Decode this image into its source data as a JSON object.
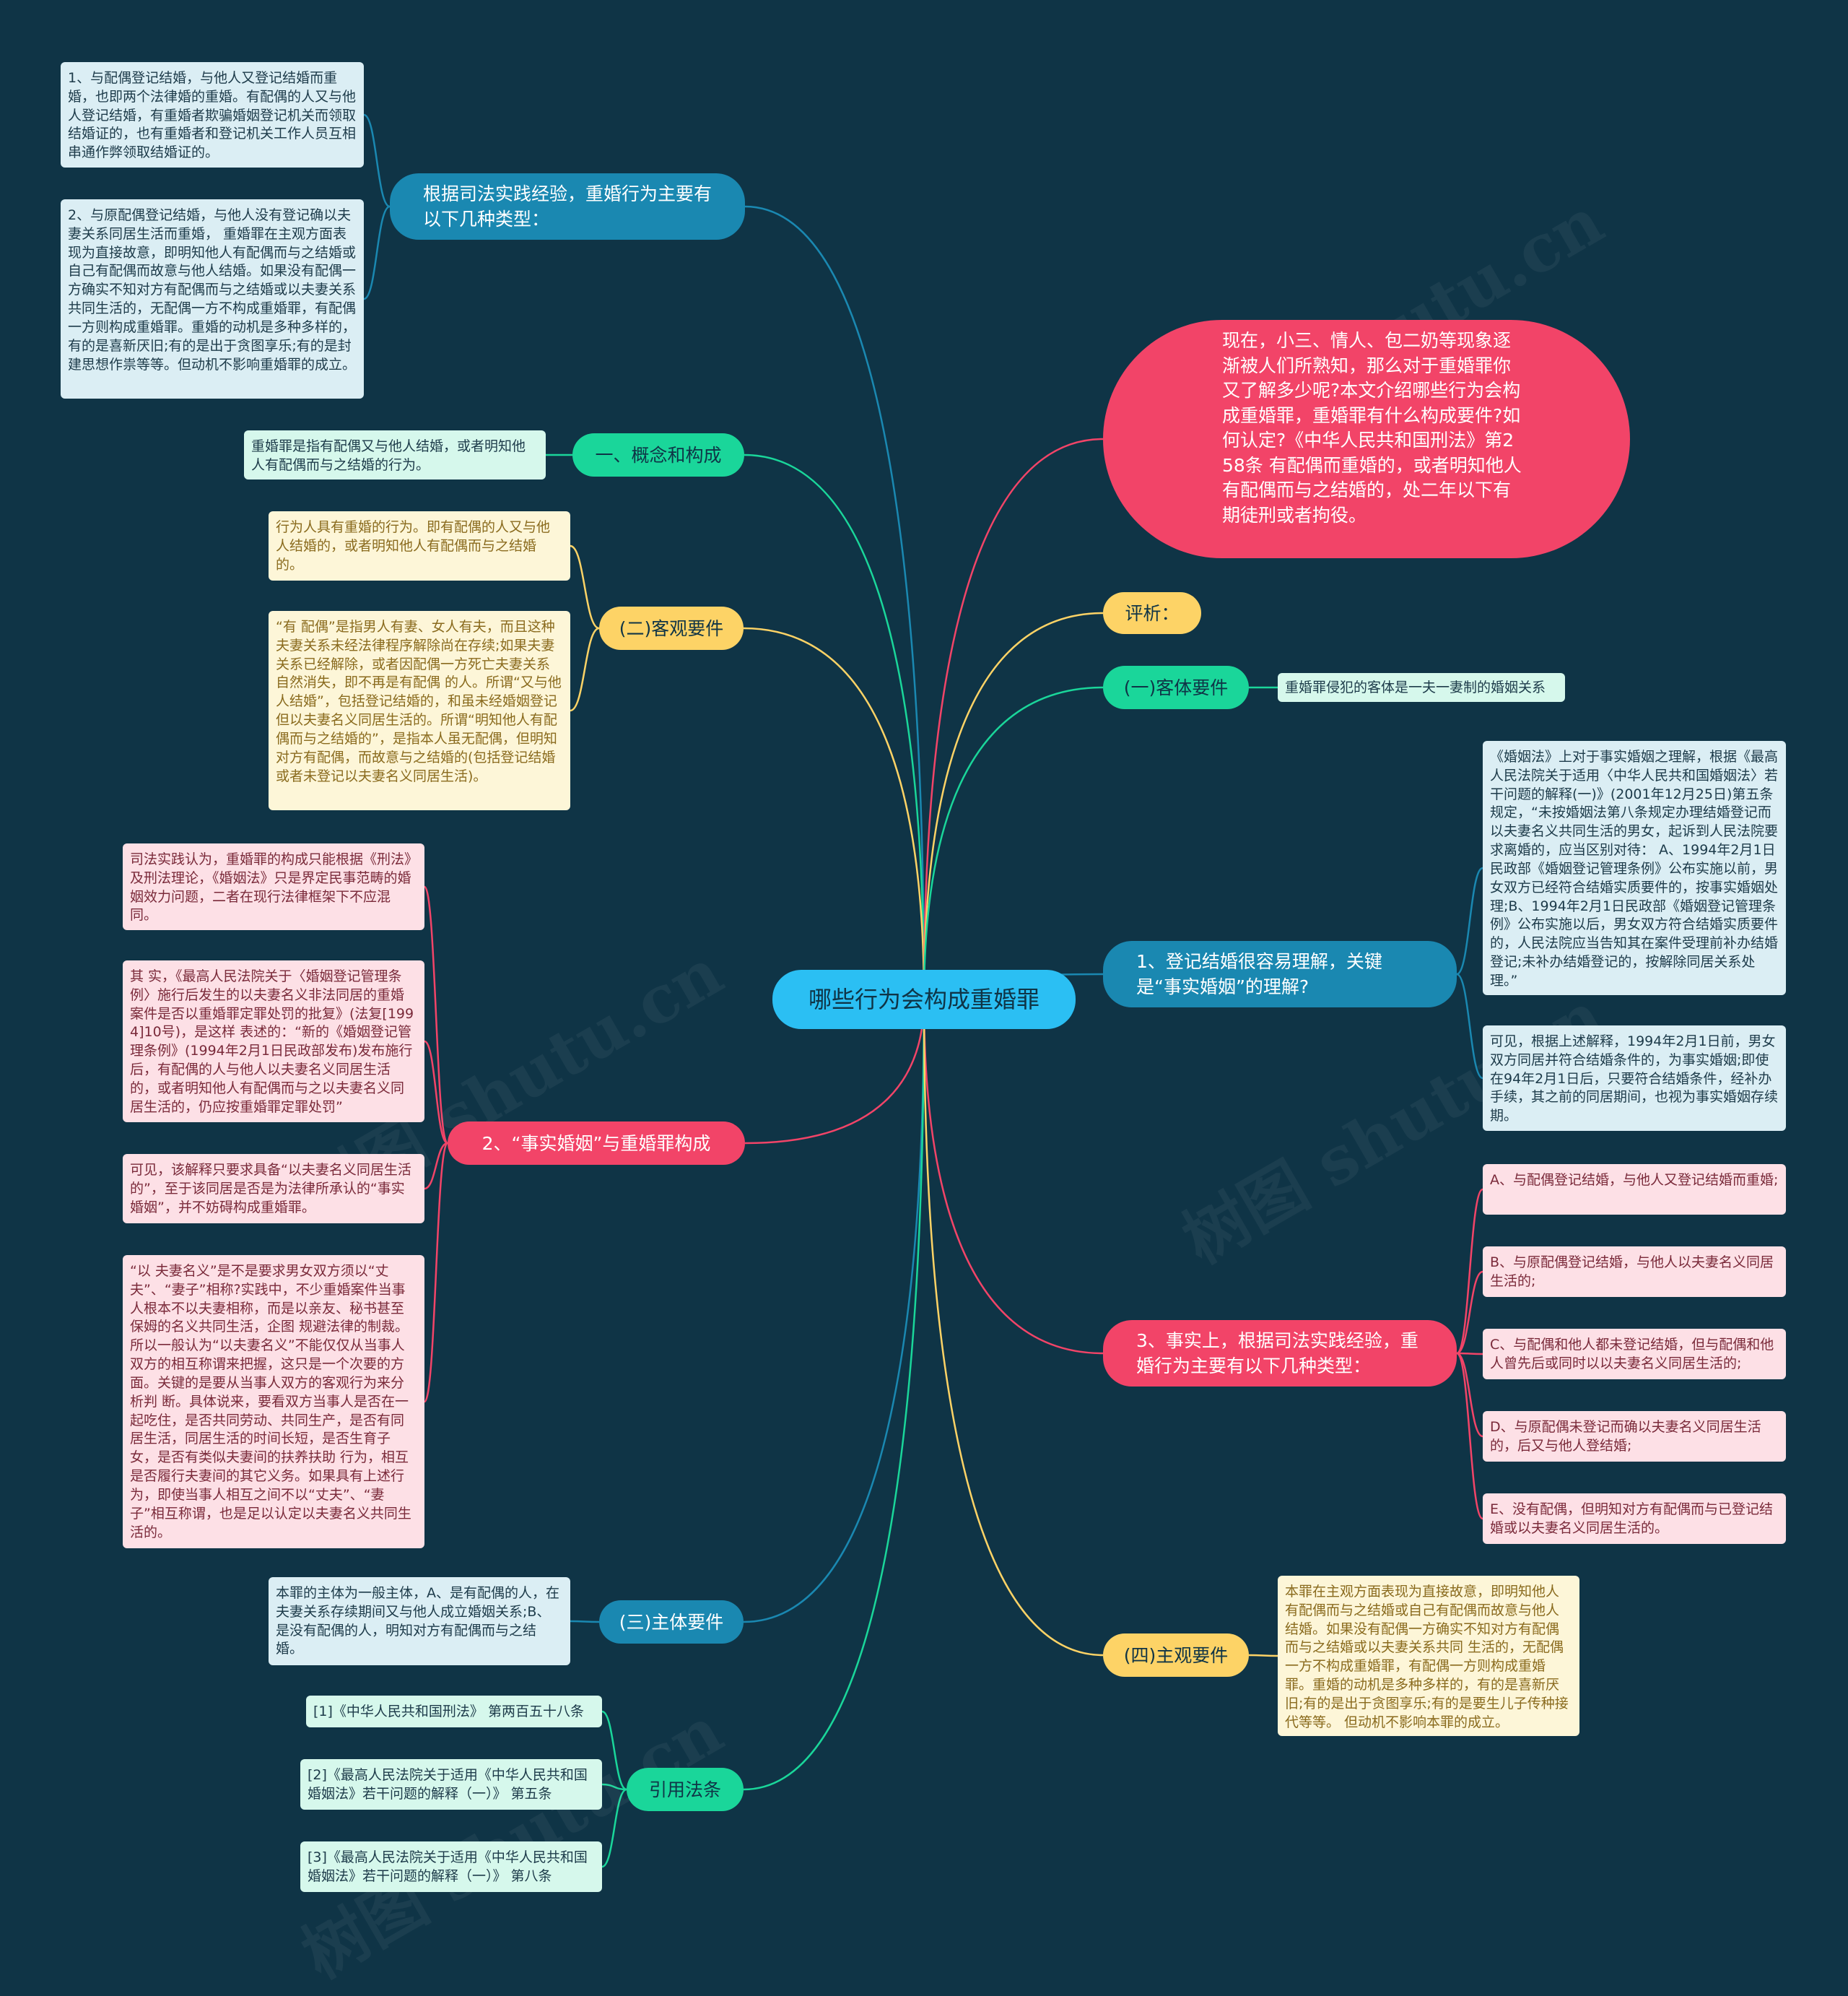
{
  "colors": {
    "background": "#0f3446",
    "central": "#2bbff3",
    "blue_branch": "#1a88b1",
    "green_branch": "#1ad69a",
    "yellow_branch": "#fdd366",
    "pink_branch": "#f24468",
    "card_blue": "#dbeef4",
    "card_green": "#d6f8ec",
    "card_yellow": "#fdf6d8",
    "card_pink": "#fde0e6"
  },
  "central": "哪些行为会构成重婚罪",
  "intro": "现在，小三、情人、包二奶等现象逐渐被人们所熟知，那么对于重婚罪你又了解多少呢?本文介绍哪些行为会构成重婚罪，重婚罪有什么构成要件?如何认定?《中华人民共和国刑法》第258条 有配偶而重婚的，或者明知他人有配偶而与之结婚的，处二年以下有期徒刑或者拘役。",
  "left_branches": {
    "types": {
      "label": "根据司法实践经验，重婚行为主要有以下几种类型：",
      "items": [
        "1、与配偶登记结婚，与他人又登记结婚而重婚，也即两个法律婚的重婚。有配偶的人又与他人登记结婚，有重婚者欺骗婚姻登记机关而领取结婚证的，也有重婚者和登记机关工作人员互相串通作弊领取结婚证的。",
        "2、与原配偶登记结婚，与他人没有登记确以夫妻关系同居生活而重婚， 重婚罪在主观方面表现为直接故意，即明知他人有配偶而与之结婚或自己有配偶而故意与他人结婚。如果没有配偶一方确实不知对方有配偶而与之结婚或以夫妻关系共同生活的，无配偶一方不构成重婚罪，有配偶一方则构成重婚罪。重婚的动机是多种多样的，有的是喜新厌旧;有的是出于贪图享乐;有的是封建思想作祟等等。但动机不影响重婚罪的成立。"
      ]
    },
    "concept": {
      "label": "一、概念和构成",
      "items": [
        "重婚罪是指有配偶又与他人结婚，或者明知他人有配偶而与之结婚的行为。"
      ]
    },
    "objective": {
      "label": "(二)客观要件",
      "items": [
        "行为人具有重婚的行为。即有配偶的人又与他人结婚的，或者明知他人有配偶而与之结婚的。",
        "“有 配偶”是指男人有妻、女人有夫，而且这种夫妻关系未经法律程序解除尚在存续;如果夫妻关系已经解除，或者因配偶一方死亡夫妻关系自然消失，即不再是有配偶 的人。所谓“又与他人结婚”，包括登记结婚的，和虽未经婚姻登记但以夫妻名义同居生活的。所谓“明知他人有配偶而与之结婚的”，是指本人虽无配偶，但明知 对方有配偶，而故意与之结婚的(包括登记结婚或者未登记以夫妻名义同居生活)。"
      ]
    },
    "de_facto": {
      "label": "2、“事实婚姻”与重婚罪构成",
      "items": [
        "司法实践认为，重婚罪的构成只能根据《刑法》及刑法理论，《婚姻法》只是界定民事范畴的婚姻效力问题，二者在现行法律框架下不应混同。",
        "其 实，《最高人民法院关于〈婚姻登记管理条例〉施行后发生的以夫妻名义非法同居的重婚案件是否以重婚罪定罪处罚的批复》(法复[1994]10号)，是这样 表述的：“新的《婚姻登记管理条例》(1994年2月1日民政部发布)发布施行后，有配偶的人与他人以夫妻名义同居生活的，或者明知他人有配偶而与之以夫妻名义同居生活的，仍应按重婚罪定罪处罚”",
        "可见，该解释只要求具备“以夫妻名义同居生活的”，至于该同居是否是为法律所承认的“事实婚姻”，并不妨碍构成重婚罪。",
        "“以 夫妻名义”是不是要求男女双方须以“丈夫”、“妻子”相称?实践中，不少重婚案件当事人根本不以夫妻相称，而是以亲友、秘书甚至保姆的名义共同生活，企图 规避法律的制裁。所以一般认为“以夫妻名义”不能仅仅从当事人双方的相互称谓来把握，这只是一个次要的方面。关键的是要从当事人双方的客观行为来分析判 断。具体说来，要看双方当事人是否在一起吃住，是否共同劳动、共同生产，是否有同居生活，同居生活的时间长短，是否生育子女，是否有类似夫妻间的扶养扶助 行为，相互是否履行夫妻间的其它义务。如果具有上述行为，即使当事人相互之间不以“丈夫”、“妻子”相互称谓，也是足以认定以夫妻名义共同生活的。"
      ]
    },
    "subject": {
      "label": "(三)主体要件",
      "items": [
        "本罪的主体为一般主体，A、是有配偶的人，在夫妻关系存续期间又与他人成立婚姻关系;B、是没有配偶的人，明知对方有配偶而与之结婚。"
      ]
    },
    "laws": {
      "label": "引用法条",
      "items": [
        "[1]《中华人民共和国刑法》 第两百五十八条",
        "[2]《最高人民法院关于适用《中华人民共和国婚姻法》若干问题的解释（一）》 第五条",
        "[3]《最高人民法院关于适用《中华人民共和国婚姻法》若干问题的解释（一）》 第八条"
      ]
    }
  },
  "right_branches": {
    "analysis": {
      "label": "评析："
    },
    "object": {
      "label": "(一)客体要件",
      "items": [
        "重婚罪侵犯的客体是一夫一妻制的婚姻关系"
      ]
    },
    "registration": {
      "label": "1、登记结婚很容易理解，关键是“事实婚姻”的理解?",
      "items": [
        "《婚姻法》上对于事实婚姻之理解，根据《最高人民法院关于适用〈中华人民共和国婚姻法〉若干问题的解释(一)》(2001年12月25日)第五条规定，“未按婚姻法第八条规定办理结婚登记而以夫妻名义共同生活的男女，起诉到人民法院要求离婚的，应当区别对待： A、1994年2月1日民政部《婚姻登记管理条例》公布实施以前，男女双方已经符合结婚实质要件的，按事实婚姻处理;B、1994年2月1日民政部《婚姻登记管理条例》公布实施以后，男女双方符合结婚实质要件的，人民法院应当告知其在案件受理前补办结婚登记;未补办结婚登记的，按解除同居关系处理。”",
        "可见，根据上述解释，1994年2月1日前，男女双方同居并符合结婚条件的，为事实婚姻;即使在94年2月1日后，只要符合结婚条件，经补办手续，其之前的同居期间，也视为事实婚姻存续期。"
      ]
    },
    "practice": {
      "label": "3、事实上，根据司法实践经验，重婚行为主要有以下几种类型：",
      "items": [
        "A、与配偶登记结婚，与他人又登记结婚而重婚;",
        "B、与原配偶登记结婚，与他人以夫妻名义同居生活的;",
        "C、与配偶和他人都未登记结婚，但与配偶和他人曾先后或同时以以夫妻名义同居生活的;",
        "D、与原配偶未登记而确以夫妻名义同居生活的，后又与他人登结婚;",
        "E、没有配偶，但明知对方有配偶而与已登记结婚或以夫妻名义同居生活的。"
      ]
    },
    "subjective": {
      "label": "(四)主观要件",
      "items": [
        "本罪在主观方面表现为直接故意，即明知他人有配偶而与之结婚或自己有配偶而故意与他人结婚。如果没有配偶一方确实不知对方有配偶而与之结婚或以夫妻关系共同 生活的，无配偶一方不构成重婚罪，有配偶一方则构成重婚罪。重婚的动机是多种多样的，有的是喜新厌旧;有的是出于贪图享乐;有的是要生儿子传种接代等等。 但动机不影响本罪的成立。"
      ]
    }
  }
}
